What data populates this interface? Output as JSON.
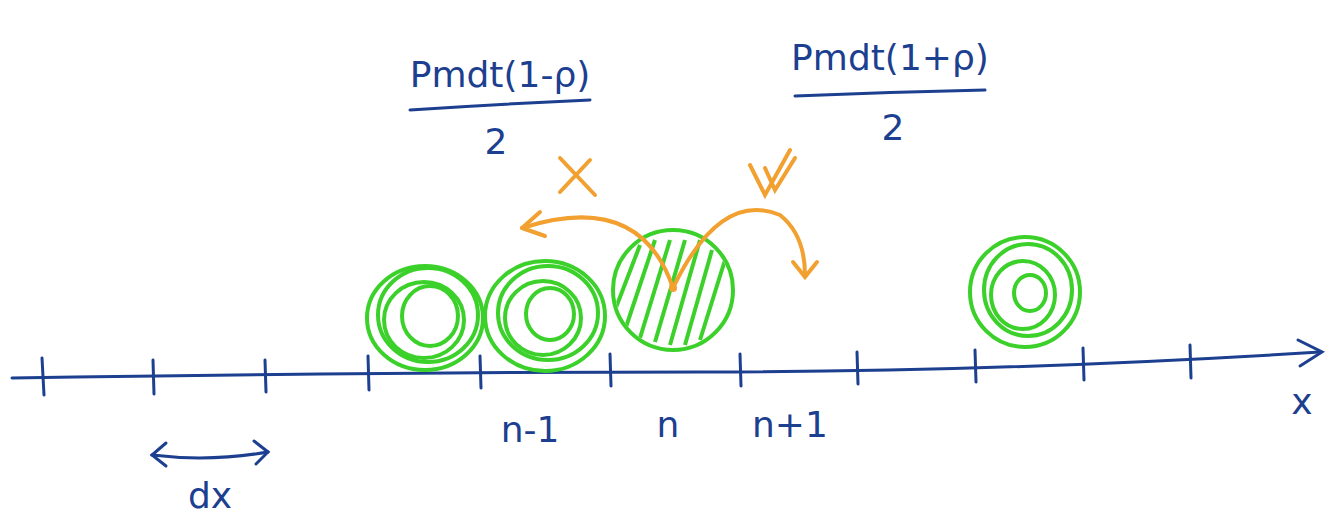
{
  "diagram": {
    "labels": [
      "Pmdt(1-ρ)",
      "2",
      "Pmdt(1+ρ)",
      "2",
      "n-1",
      "n",
      "n+1",
      "dx",
      "x"
    ]
  }
}
